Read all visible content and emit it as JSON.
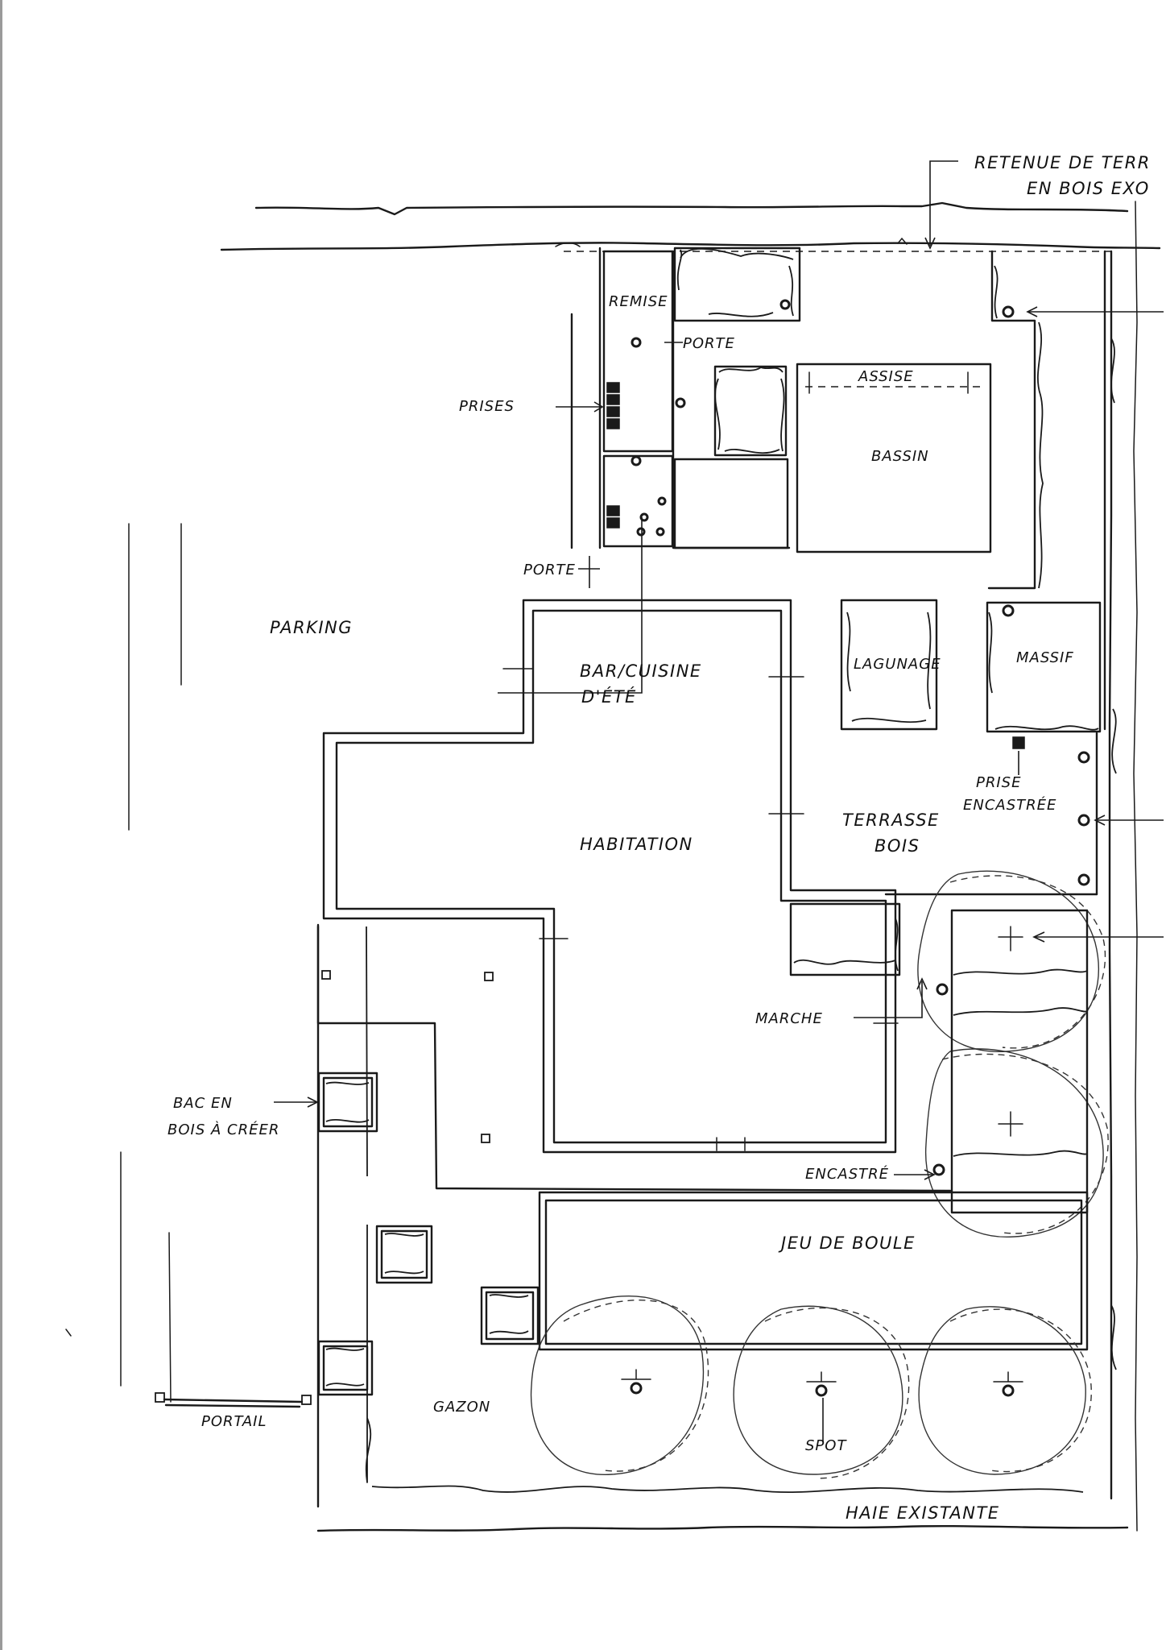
{
  "labels": {
    "retenue_line1": "RETENUE DE TERR",
    "retenue_line2": "EN BOIS EXO",
    "remise": "REMISE",
    "porte_top": "PORTE",
    "prises": "PRISES",
    "assise": "ASSISE",
    "bassin": "BASSIN",
    "porte_left": "PORTE",
    "parking": "PARKING",
    "bar_line1": "BAR/CUISINE",
    "bar_line2": "D'ÉTÉ",
    "lagunage": "LAGUNAGE",
    "massif": "MASSIF",
    "prise_line1": "PRISE",
    "prise_line2": "ENCASTRÉE",
    "habitation": "HABITATION",
    "terrasse_line1": "TERRASSE",
    "terrasse_line2": "BOIS",
    "marche": "MARCHE",
    "bac_line1": "BAC EN",
    "bac_line2": "BOIS À CRÉER",
    "encastre": "ENCASTRÉ",
    "jeu_de_boule": "JEU DE BOULE",
    "portail": "PORTAIL",
    "gazon": "GAZON",
    "spot": "SPOT",
    "haie": "HAIE EXISTANTE"
  },
  "colors": {
    "ink": "#1a1a1a",
    "paper": "#ffffff"
  }
}
